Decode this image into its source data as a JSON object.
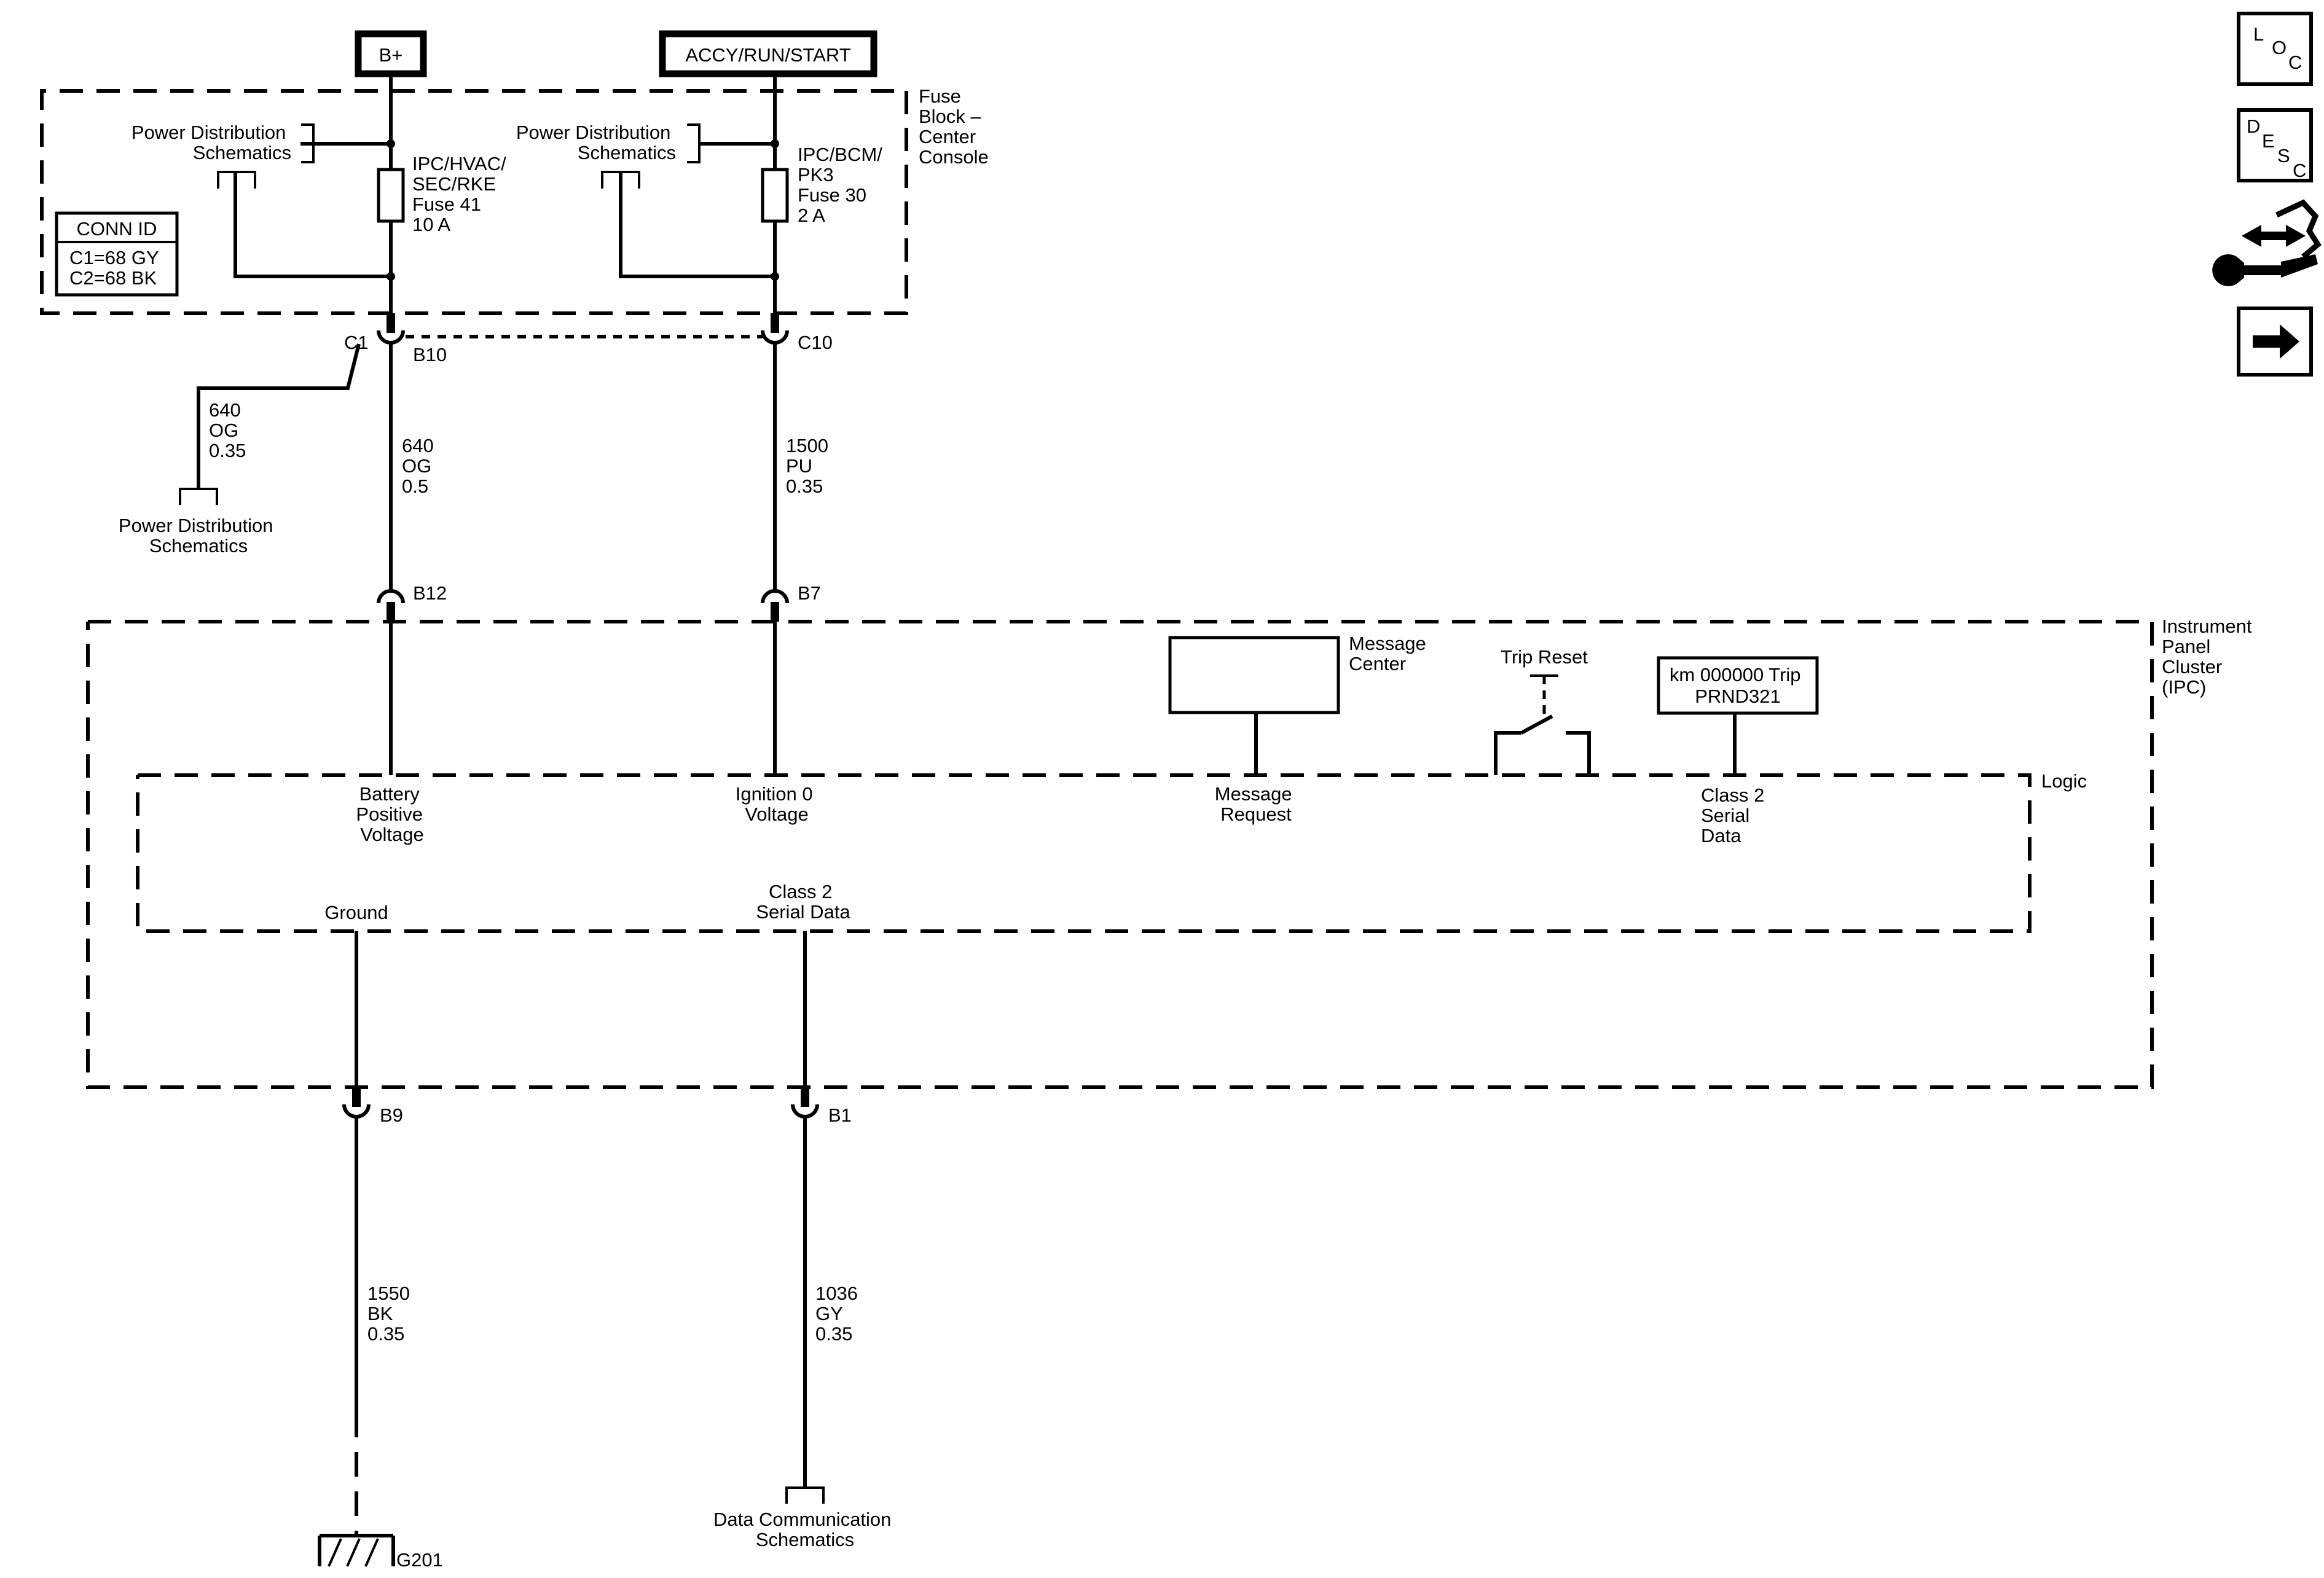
{
  "power": {
    "b_plus": "B+",
    "accy": "ACCY/RUN/START"
  },
  "fuse_block": {
    "label": [
      "Fuse",
      "Block –",
      "Center",
      "Console"
    ]
  },
  "pds_label": [
    "Power Distribution",
    "Schematics"
  ],
  "fuse41": [
    "IPC/HVAC/",
    "SEC/RKE",
    "Fuse 41",
    "10 A"
  ],
  "fuse30": [
    "IPC/BCM/",
    "PK3",
    "Fuse 30",
    "2 A"
  ],
  "conn_id": {
    "title": "CONN ID",
    "c1": "C1=68 GY",
    "c2": "C2=68 BK"
  },
  "connectors": {
    "c1": "C1",
    "b10": "B10",
    "c10": "C10",
    "b12": "B12",
    "b7": "B7",
    "b9": "B9",
    "b1": "B1"
  },
  "wires": {
    "w640a": [
      "640",
      "OG",
      "0.35"
    ],
    "w640b": [
      "640",
      "OG",
      "0.5"
    ],
    "w1500": [
      "1500",
      "PU",
      "0.35"
    ],
    "w1550": [
      "1550",
      "BK",
      "0.35"
    ],
    "w1036": [
      "1036",
      "GY",
      "0.35"
    ]
  },
  "ipc": {
    "label": [
      "Instrument",
      "Panel",
      "Cluster",
      "(IPC)"
    ],
    "message_center": [
      "Message",
      "Center"
    ],
    "trip_reset": "Trip Reset",
    "odo_display": [
      "km 000000 Trip",
      "PRND321"
    ],
    "logic": "Logic",
    "battery_positive": [
      "Battery",
      "Positive",
      "Voltage"
    ],
    "ignition": [
      "Ignition 0",
      "Voltage"
    ],
    "message_request": [
      "Message",
      "Request"
    ],
    "class2_top": [
      "Class 2",
      "Serial",
      "Data"
    ],
    "ground": "Ground",
    "class2_bottom": [
      "Class 2",
      "Serial Data"
    ]
  },
  "ground_label": "G201",
  "data_comm": [
    "Data Communication",
    "Schematics"
  ],
  "nav": {
    "loc": [
      "L",
      "O",
      "C"
    ],
    "desc": [
      "D",
      "E",
      "S",
      "C"
    ]
  },
  "icons": [
    "loc-icon",
    "desc-icon",
    "connector-tools-icon",
    "next-arrow-icon"
  ]
}
